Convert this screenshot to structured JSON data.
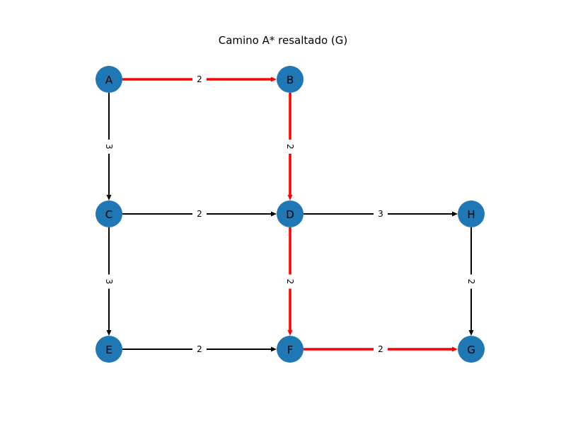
{
  "title": "Camino A* resaltado (G)",
  "colors": {
    "node_fill": "#1f77b4",
    "edge_default": "#000000",
    "edge_highlight": "#ff0000",
    "label_bg": "#ffffff"
  },
  "nodes": [
    {
      "id": "A",
      "label": "A"
    },
    {
      "id": "B",
      "label": "B"
    },
    {
      "id": "C",
      "label": "C"
    },
    {
      "id": "D",
      "label": "D"
    },
    {
      "id": "H",
      "label": "H"
    },
    {
      "id": "E",
      "label": "E"
    },
    {
      "id": "F",
      "label": "F"
    },
    {
      "id": "G",
      "label": "G"
    }
  ],
  "edges": [
    {
      "from": "A",
      "to": "B",
      "weight": "2",
      "highlighted": true
    },
    {
      "from": "A",
      "to": "C",
      "weight": "3",
      "highlighted": false
    },
    {
      "from": "B",
      "to": "D",
      "weight": "2",
      "highlighted": true
    },
    {
      "from": "C",
      "to": "D",
      "weight": "2",
      "highlighted": false
    },
    {
      "from": "C",
      "to": "E",
      "weight": "3",
      "highlighted": false
    },
    {
      "from": "D",
      "to": "H",
      "weight": "3",
      "highlighted": false
    },
    {
      "from": "D",
      "to": "F",
      "weight": "2",
      "highlighted": true
    },
    {
      "from": "H",
      "to": "G",
      "weight": "2",
      "highlighted": false
    },
    {
      "from": "E",
      "to": "F",
      "weight": "2",
      "highlighted": false
    },
    {
      "from": "F",
      "to": "G",
      "weight": "2",
      "highlighted": true
    }
  ]
}
